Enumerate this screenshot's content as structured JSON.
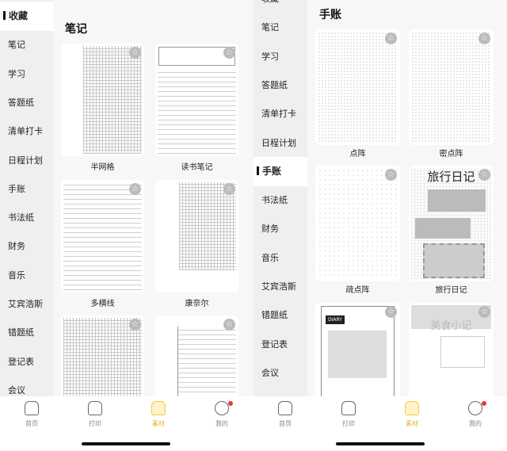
{
  "sidebar_items": [
    "收藏",
    "笔记",
    "学习",
    "答题纸",
    "清单打卡",
    "日程计划",
    "手账",
    "书法纸",
    "财务",
    "音乐",
    "艾宾浩斯",
    "错题纸",
    "登记表",
    "会议"
  ],
  "left": {
    "selected": "收藏",
    "title": "笔记",
    "cards": [
      {
        "label": "半网格",
        "pattern": "half-grid"
      },
      {
        "label": "读书笔记",
        "pattern": "reading-notes"
      },
      {
        "label": "多横线",
        "pattern": "multi-lines"
      },
      {
        "label": "康奈尔",
        "pattern": "cornell"
      },
      {
        "label": "",
        "pattern": "grid"
      },
      {
        "label": "",
        "pattern": "lined-form"
      }
    ]
  },
  "right": {
    "selected": "手账",
    "title": "手账",
    "cards": [
      {
        "label": "点阵",
        "pattern": "dots"
      },
      {
        "label": "密点阵",
        "pattern": "dense-dots"
      },
      {
        "label": "疏点阵",
        "pattern": "sparse-dots"
      },
      {
        "label": "旅行日记",
        "pattern": "travel-diary",
        "art_text": "旅行日记"
      },
      {
        "label": "",
        "pattern": "diary",
        "art_text": "DIARY"
      },
      {
        "label": "",
        "pattern": "food-notes",
        "art_text": "美食小记"
      }
    ]
  },
  "tabs": [
    {
      "label": "首页",
      "icon": "home-icon"
    },
    {
      "label": "打印",
      "icon": "printer-icon"
    },
    {
      "label": "素材",
      "icon": "materials-icon",
      "active": true
    },
    {
      "label": "我的",
      "icon": "profile-icon",
      "badge": true
    }
  ],
  "colors": {
    "accent": "#f5c842",
    "badge": "#e53935"
  }
}
